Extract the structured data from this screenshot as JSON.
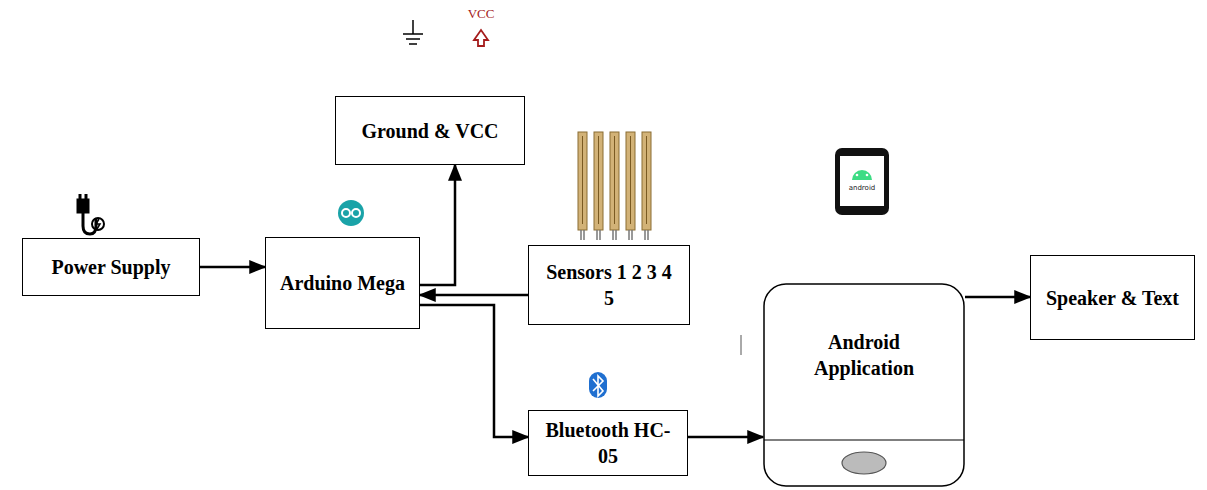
{
  "diagram": {
    "nodes": [
      {
        "text": [
          "Power Supply"
        ]
      },
      {
        "text": [
          "Arduino Mega"
        ]
      },
      {
        "text": [
          "Ground & VCC"
        ]
      },
      {
        "text": [
          "Sensors 1 2 3 4 5"
        ]
      },
      {
        "text": [
          "Bluetooth HC-05"
        ]
      },
      {
        "text": [
          "Android Application"
        ]
      },
      {
        "text": [
          "Speaker & Text"
        ]
      }
    ],
    "edges": [
      {
        "from": 0,
        "to": 1,
        "arrow": "to"
      },
      {
        "from": 1,
        "to": 2,
        "arrow": "to"
      },
      {
        "from": 3,
        "to": 1,
        "arrow": "to"
      },
      {
        "from": 1,
        "to": 4,
        "arrow": "to"
      },
      {
        "from": 4,
        "to": 5,
        "arrow": "to"
      },
      {
        "from": 5,
        "to": 6,
        "arrow": "to"
      }
    ],
    "labels": [
      "VCC",
      "android"
    ]
  }
}
